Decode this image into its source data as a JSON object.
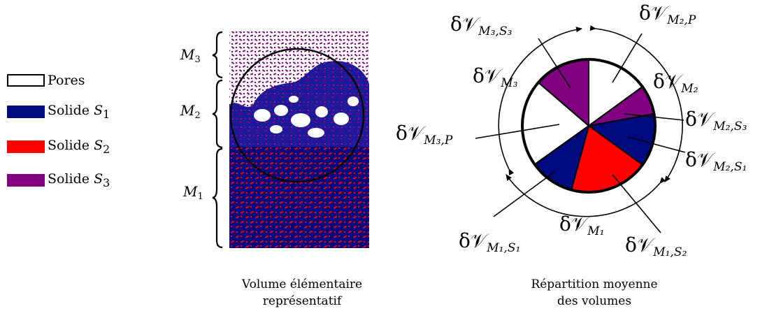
{
  "legend": {
    "pores": "Pores",
    "s1_prefix": "Solide ",
    "s1_var": "S",
    "s1_idx": "1",
    "s2_prefix": "Solide ",
    "s2_var": "S",
    "s2_idx": "2",
    "s3_prefix": "Solide ",
    "s3_var": "S",
    "s3_idx": "3"
  },
  "colors": {
    "pores": "#ffffff",
    "solid_s1": "#000a80",
    "solid_s2": "#ff0000",
    "solid_s3": "#800080",
    "line": "#000000"
  },
  "vre": {
    "bracket_m3_var": "M",
    "bracket_m3_idx": "3",
    "bracket_m2_var": "M",
    "bracket_m2_idx": "2",
    "bracket_m1_var": "M",
    "bracket_m1_idx": "1",
    "caption_line1": "Volume élémentaire",
    "caption_line2": "représentatif"
  },
  "pie": {
    "caption_line1": "Répartition moyenne",
    "caption_line2": "des volumes",
    "delta": "δ",
    "V": "𝒱",
    "sub_m3_s3": "M₃,S₃",
    "sub_m2_p": "M₂,P",
    "sub_m3": "M₃",
    "sub_m2": "M₂",
    "sub_m2_s3": "M₂,S₃",
    "sub_m3_p": "M₃,P",
    "sub_m2_s1": "M₂,S₁",
    "sub_m1": "M₁",
    "sub_m1_s1": "M₁,S₁",
    "sub_m1_s2": "M₁,S₂"
  }
}
